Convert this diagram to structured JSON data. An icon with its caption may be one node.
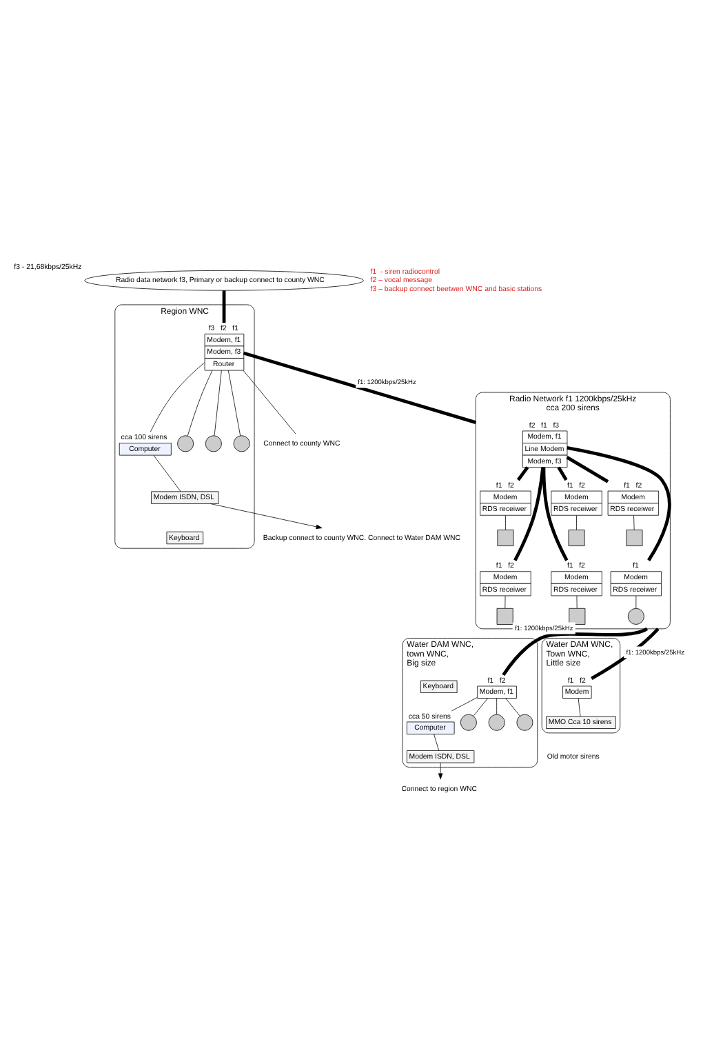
{
  "diagram": {
    "nodes": [
      {
        "text": [
          "Radio data network f3, Primary or backup connect to county WNC"
        ],
        "beside": [
          "f3 - 21,68kbps/25kHz"
        ]
      },
      {
        "text": [
          "Region WNC"
        ]
      },
      {
        "text": [
          "Modem, f1",
          "Modem, f3",
          "Router"
        ],
        "in": 1,
        "beside": [
          "f3",
          "f2",
          "f1"
        ]
      },
      {
        "text": [
          "Computer"
        ],
        "in": 1,
        "beside": [
          "cca 100 sirens"
        ]
      },
      {
        "text": [
          "Keyboard"
        ],
        "in": 1
      },
      {
        "text": [
          "Modem ISDN, DSL"
        ],
        "in": 1
      },
      {
        "text": [
          "Backup connect to county WNC. Connect to Water DAM WNC"
        ]
      },
      {
        "text": [
          "Connect to county WNC"
        ]
      },
      {
        "text": [],
        "shape": "circle",
        "in": 1
      },
      {
        "text": [],
        "shape": "circle",
        "in": 1
      },
      {
        "text": [],
        "shape": "circle",
        "in": 1
      },
      {
        "text": [
          "Radio Network f1 1200kbps/25kHz",
          "cca 200 sirens"
        ]
      },
      {
        "text": [
          "Modem, f1",
          "Line Modem",
          "Modem, f3"
        ],
        "in": 11,
        "beside": [
          "f2",
          "f1",
          "f3"
        ]
      },
      {
        "text": [
          "Modem",
          "RDS receiwer"
        ],
        "in": 11,
        "beside": [
          "f1",
          "f2"
        ]
      },
      {
        "text": [],
        "shape": "box",
        "in": 11
      },
      {
        "text": [
          "Modem",
          "RDS receiwer"
        ],
        "in": 11,
        "beside": [
          "f1",
          "f2"
        ]
      },
      {
        "text": [],
        "shape": "box",
        "in": 11
      },
      {
        "text": [
          "Modem",
          "RDS receiwer"
        ],
        "in": 11,
        "beside": [
          "f1",
          "f2"
        ]
      },
      {
        "text": [],
        "shape": "box",
        "in": 11
      },
      {
        "text": [
          "Modem",
          "RDS receiwer"
        ],
        "in": 11,
        "beside": [
          "f1",
          "f2"
        ]
      },
      {
        "text": [],
        "shape": "box",
        "in": 11
      },
      {
        "text": [
          "Modem",
          "RDS receiwer"
        ],
        "in": 11,
        "beside": [
          "f1",
          "f2"
        ]
      },
      {
        "text": [],
        "shape": "box",
        "in": 11
      },
      {
        "text": [
          "Modem",
          "RDS receiwer"
        ],
        "in": 11,
        "beside": [
          "f1"
        ]
      },
      {
        "text": [],
        "shape": "circle",
        "in": 11
      },
      {
        "text": [
          "Water DAM WNC, town WNC, Big size"
        ]
      },
      {
        "text": [
          "Modem, f1"
        ],
        "in": 25,
        "beside": [
          "f1",
          "f2"
        ]
      },
      {
        "text": [
          "Computer"
        ],
        "in": 25,
        "beside": [
          "cca 50 sirens"
        ]
      },
      {
        "text": [
          "Keyboard"
        ],
        "in": 25
      },
      {
        "text": [
          "Modem ISDN, DSL"
        ],
        "in": 25
      },
      {
        "text": [
          "Connect to region WNC"
        ]
      },
      {
        "text": [],
        "shape": "circle",
        "in": 25
      },
      {
        "text": [],
        "shape": "circle",
        "in": 25
      },
      {
        "text": [],
        "shape": "circle",
        "in": 25
      },
      {
        "text": [
          "Water DAM WNC, Town WNC, Little size"
        ]
      },
      {
        "text": [
          "Modem"
        ],
        "in": 34,
        "beside": [
          "f1",
          "f2"
        ]
      },
      {
        "text": [
          "MMO Cca 10 sirens"
        ],
        "in": 34
      }
    ],
    "edges": [
      {
        "from": 0,
        "to": 2,
        "arrow": "none",
        "style": "thick"
      },
      {
        "from": 2,
        "to": 11,
        "arrow": "none",
        "style": "thick",
        "label": "f1: 1200kbps/25kHz"
      },
      {
        "from": 2,
        "to": 3,
        "arrow": "none"
      },
      {
        "from": 3,
        "to": 5,
        "arrow": "none"
      },
      {
        "from": 5,
        "to": 6,
        "arrow": "to"
      },
      {
        "from": 2,
        "to": 7,
        "arrow": "none"
      },
      {
        "from": 2,
        "to": 8,
        "arrow": "none"
      },
      {
        "from": 2,
        "to": 9,
        "arrow": "none"
      },
      {
        "from": 2,
        "to": 10,
        "arrow": "none"
      },
      {
        "from": 12,
        "to": 13,
        "arrow": "none",
        "style": "thick"
      },
      {
        "from": 12,
        "to": 15,
        "arrow": "none",
        "style": "thick"
      },
      {
        "from": 12,
        "to": 17,
        "arrow": "none",
        "style": "thick"
      },
      {
        "from": 12,
        "to": 19,
        "arrow": "none",
        "style": "thick"
      },
      {
        "from": 12,
        "to": 21,
        "arrow": "none",
        "style": "thick"
      },
      {
        "from": 12,
        "to": 23,
        "arrow": "none",
        "style": "thick"
      },
      {
        "from": 13,
        "to": 14,
        "arrow": "none"
      },
      {
        "from": 15,
        "to": 16,
        "arrow": "none"
      },
      {
        "from": 17,
        "to": 18,
        "arrow": "none"
      },
      {
        "from": 19,
        "to": 20,
        "arrow": "none"
      },
      {
        "from": 21,
        "to": 22,
        "arrow": "none"
      },
      {
        "from": 23,
        "to": 24,
        "arrow": "none"
      },
      {
        "from": 26,
        "to": 11,
        "arrow": "none",
        "style": "thick",
        "label": "f1: 1200kbps/25kHz"
      },
      {
        "from": 26,
        "to": 27,
        "arrow": "none"
      },
      {
        "from": 27,
        "to": 29,
        "arrow": "none"
      },
      {
        "from": 29,
        "to": 30,
        "arrow": "to"
      },
      {
        "from": 26,
        "to": 31,
        "arrow": "none"
      },
      {
        "from": 26,
        "to": 32,
        "arrow": "none"
      },
      {
        "from": 26,
        "to": 33,
        "arrow": "none"
      },
      {
        "from": 35,
        "to": 11,
        "arrow": "none",
        "style": "thick",
        "label": "f1: 1200kbps/25kHz"
      },
      {
        "from": 35,
        "to": 36,
        "arrow": "none"
      }
    ],
    "labels": [
      "f1  - siren radiocontrol",
      "f2 – vocal message",
      "f3 – backup connect beetwen WNC and basic stations",
      "Old motor sirens"
    ]
  }
}
